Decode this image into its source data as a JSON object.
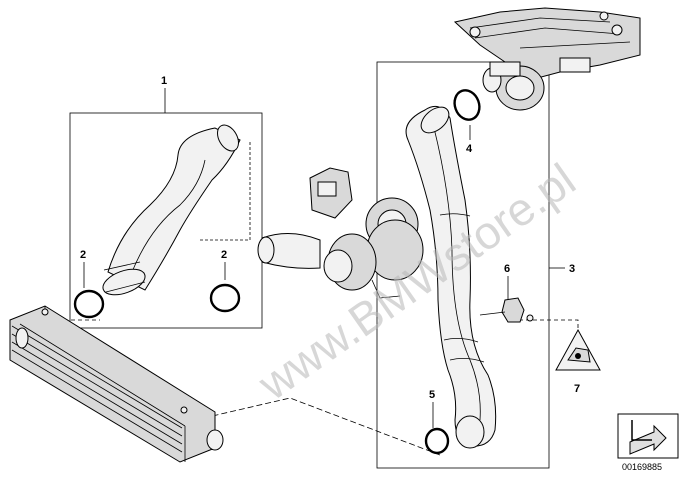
{
  "diagram": {
    "callouts": {
      "c1": "1",
      "c2a": "2",
      "c2b": "2",
      "c3": "3",
      "c4": "4",
      "c5": "5",
      "c6": "6",
      "c7": "7"
    },
    "watermark": "www.BMWstore.pl",
    "doc_number": "00169885"
  }
}
